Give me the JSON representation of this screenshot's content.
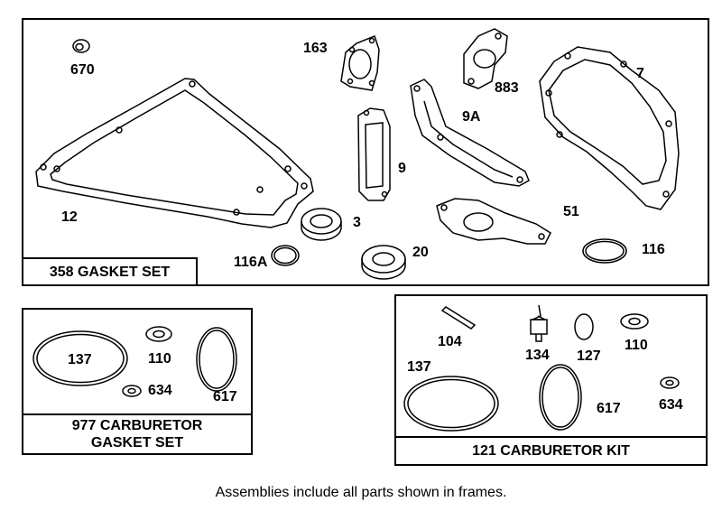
{
  "frames": {
    "gasket_set": {
      "title": "358 GASKET SET"
    },
    "carb_gasket_set": {
      "title_line1": "977 CARBURETOR",
      "title_line2": "GASKET SET"
    },
    "carb_kit": {
      "title": "121 CARBURETOR KIT"
    }
  },
  "parts": {
    "p670": "670",
    "p163": "163",
    "p883": "883",
    "p7": "7",
    "p9A": "9A",
    "p9": "9",
    "p12": "12",
    "p3": "3",
    "p51": "51",
    "p116A": "116A",
    "p20": "20",
    "p116": "116",
    "c137": "137",
    "c110": "110",
    "c634": "634",
    "c617": "617",
    "k104": "104",
    "k134": "134",
    "k127": "127",
    "k110": "110",
    "k137": "137",
    "k617": "617",
    "k634": "634"
  },
  "caption": "Assemblies include all parts shown in frames."
}
